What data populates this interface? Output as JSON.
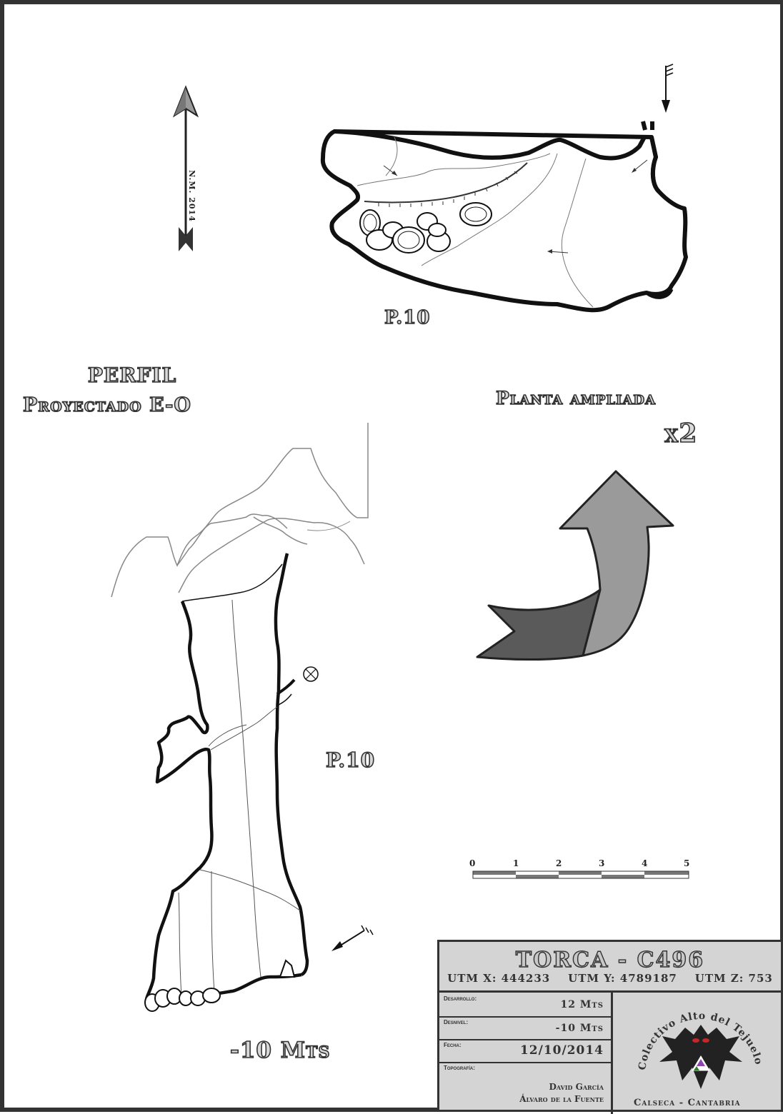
{
  "map": {
    "north_arrow_label": "N.M. 2014",
    "plan_pitch_label": "P.10",
    "profile_title_line1": "PERFIL",
    "profile_title_line2": "Proyectado E-O",
    "zoom_label_line1": "Planta ampliada",
    "zoom_label_line2": "x2",
    "profile_pitch_label": "P.10",
    "depth_label": "-10 Mts",
    "scale_ticks": [
      "0",
      "1",
      "2",
      "3",
      "4",
      "5"
    ]
  },
  "title_block": {
    "cave_name": "TORCA - C496",
    "utm": "UTM X: 444233    UTM Y: 4789187    UTM Z: 753",
    "desarrollo_caption": "Desarrollo:",
    "desarrollo_value": "12 Mts",
    "desnivel_caption": "Desnivel:",
    "desnivel_value": "-10 Mts",
    "fecha_caption": "Fecha:",
    "fecha_value": "12/10/2014",
    "topografia_caption": "Topografía:",
    "topografia_authors": [
      "David García",
      "Álvaro de la Fuente"
    ],
    "logo_ring_text": "Colectivo Alto del Tejuelo",
    "location": "Calseca - Cantabria"
  }
}
